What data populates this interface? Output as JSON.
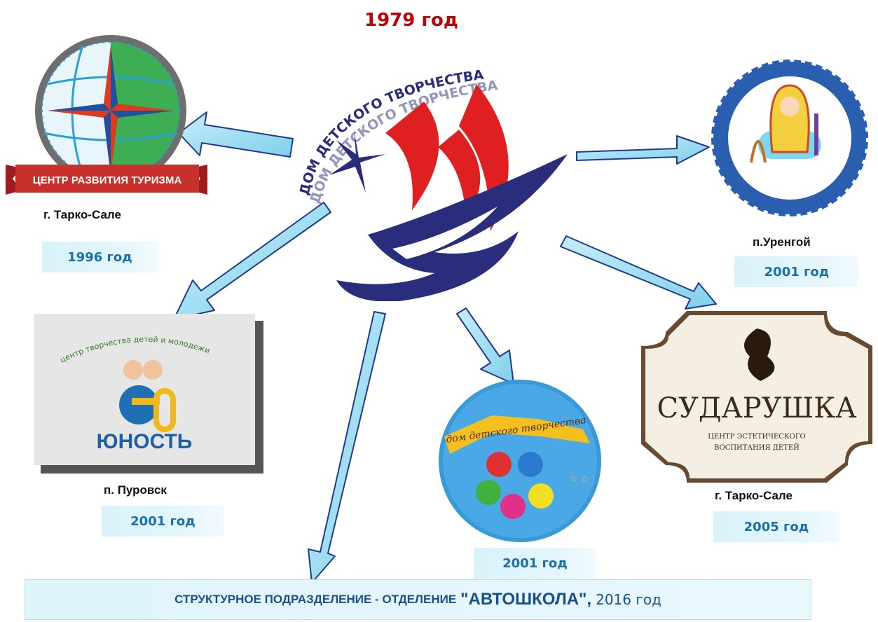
{
  "title_year": "1979 год",
  "center_logo": {
    "arc_text": "ДОМ ДЕТСКОГО ТВОРЧЕСТВА"
  },
  "branches": [
    {
      "id": "tourism",
      "logo_text": "ЦЕНТР РАЗВИТИЯ ТУРИЗМА",
      "location": "г. Тарко-Сале",
      "year": "1996 год"
    },
    {
      "id": "yunost",
      "logo_text": "ЮНОСТЬ",
      "logo_subtext": "центр творчества детей и молодежи",
      "location": "п. Пуровск",
      "year": "2001 год"
    },
    {
      "id": "hands",
      "logo_text": "дом детского творчества",
      "year": "2001 год"
    },
    {
      "id": "urengoy",
      "location": "п.Уренгой",
      "year": "2001 год"
    },
    {
      "id": "sudarushka",
      "logo_text": "СУДАРУШКА",
      "logo_subtext_1": "ЦЕНТР ЭСТЕТИЧЕСКОГО",
      "logo_subtext_2": "ВОСПИТАНИЯ ДЕТЕЙ",
      "location": "г. Тарко-Сале",
      "year": "2005 год"
    }
  ],
  "bottom_banner": {
    "prefix": "СТРУКТУРНОЕ ПОДРАЗДЕЛЕНИЕ - ОТДЕЛЕНИЕ",
    "name": "\"АВТОШКОЛА\",",
    "year": "2016 год"
  },
  "colors": {
    "title_red": "#c00000",
    "year_text": "#1a6fa8",
    "arrow_fill": "#9adcf0",
    "arrow_stroke": "#1f3a8a",
    "logo_navy": "#2a2d7c",
    "logo_red": "#e02020"
  }
}
